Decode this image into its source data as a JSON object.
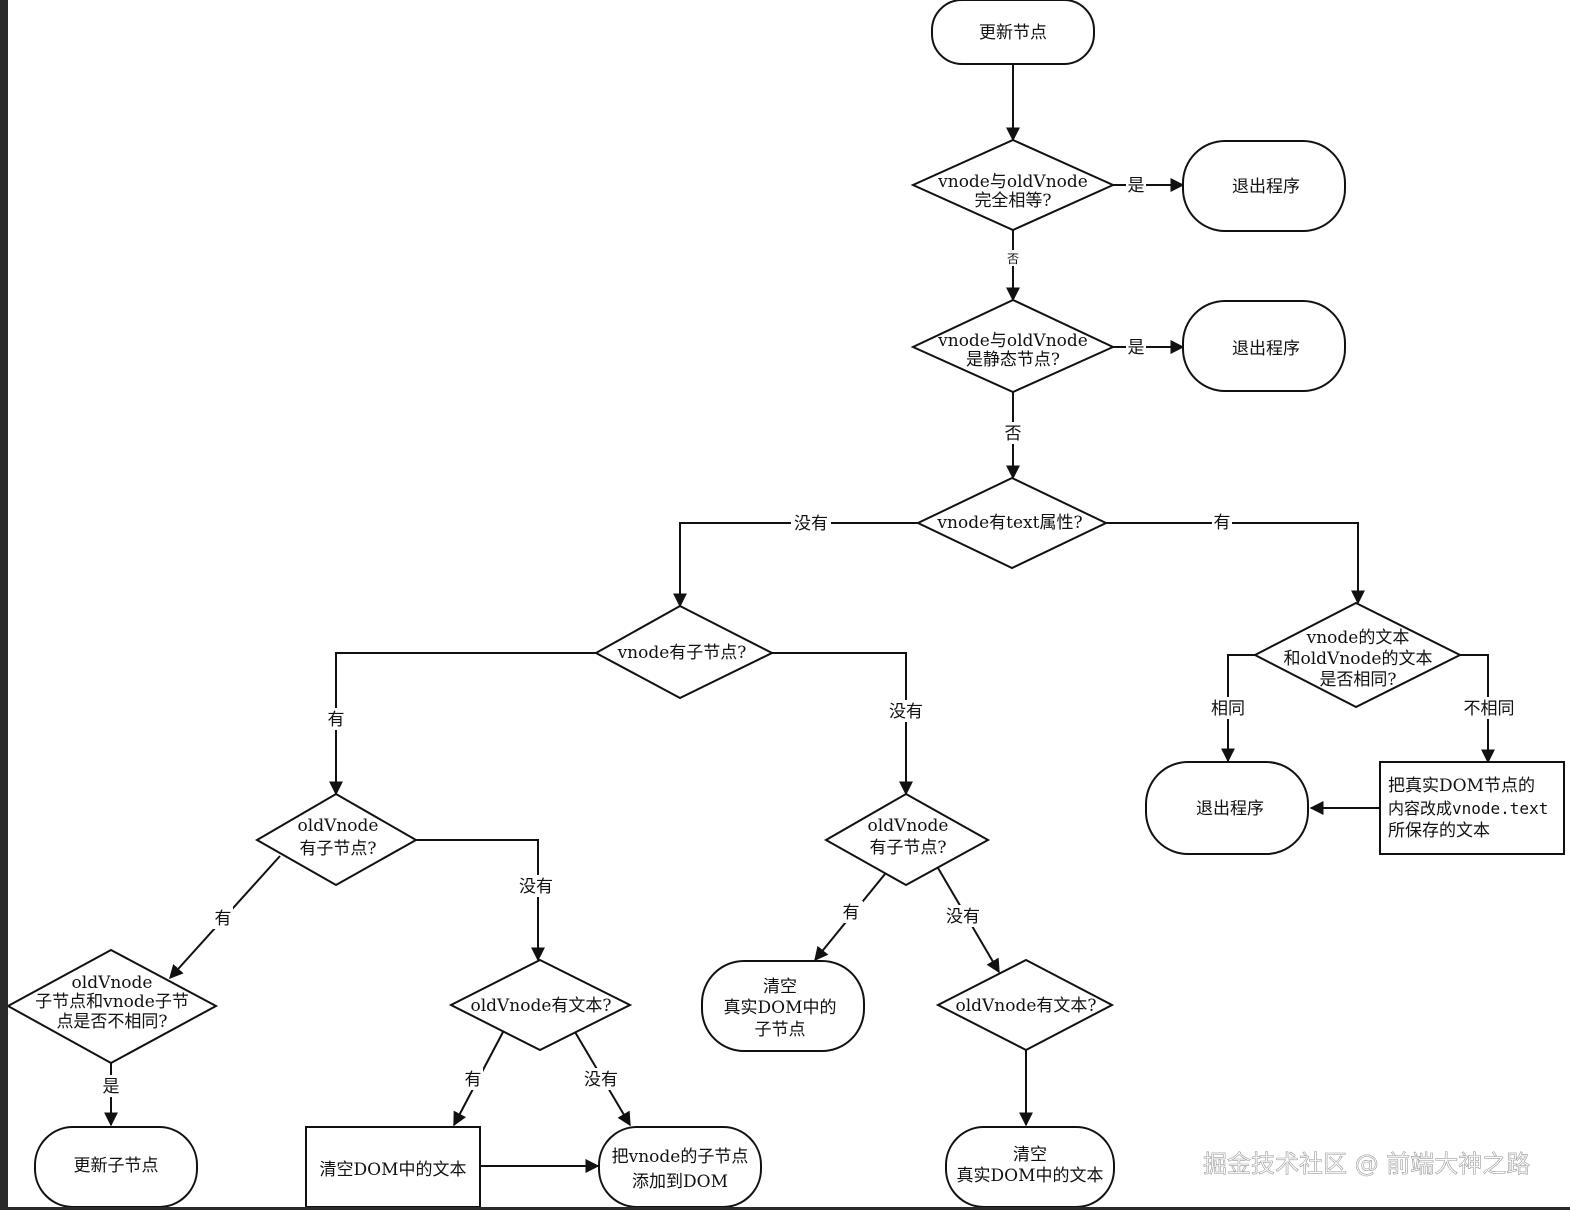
{
  "nodes": {
    "start": "更新节点",
    "q_equal": [
      "vnode与oldVnode",
      "完全相等?"
    ],
    "exit_1": "退出程序",
    "q_static": [
      "vnode与oldVnode",
      "是静态节点?"
    ],
    "exit_2": "退出程序",
    "q_text": "vnode有text属性?",
    "q_children": "vnode有子节点?",
    "q_same_text": [
      "vnode的文本",
      "和oldVnode的文本",
      "是否相同?"
    ],
    "exit_3": "退出程序",
    "set_text": [
      "把真实DOM节点的",
      "内容改成vnode.text",
      "所保存的文本"
    ],
    "q_old_children_l": [
      "oldVnode",
      "有子节点?"
    ],
    "q_old_children_r": [
      "oldVnode",
      "有子节点?"
    ],
    "q_children_diff": [
      "oldVnode",
      "子节点和vnode子节",
      "点是否不相同?"
    ],
    "q_old_text_l": "oldVnode有文本?",
    "q_old_text_r": "oldVnode有文本?",
    "update_children": "更新子节点",
    "clear_dom_text": "清空DOM中的文本",
    "add_children": [
      "把vnode的子节点",
      "添加到DOM"
    ],
    "clear_children": [
      "清空",
      "真实DOM中的",
      "子节点"
    ],
    "clear_real_text": [
      "清空",
      "真实DOM中的文本"
    ]
  },
  "edge_labels": {
    "equal_yes": "是",
    "equal_no": "否",
    "static_yes": "是",
    "static_no": "否",
    "text_no": "没有",
    "text_yes": "有",
    "same": "相同",
    "not_same": "不相同",
    "children_yes": "有",
    "children_no": "没有",
    "old_children_l_yes": "有",
    "old_children_l_no": "没有",
    "old_children_r_yes": "有",
    "old_children_r_no": "没有",
    "diff_yes": "是",
    "old_text_l_yes": "有",
    "old_text_l_no": "没有"
  },
  "watermark": "掘金技术社区 @ 前端大神之路"
}
